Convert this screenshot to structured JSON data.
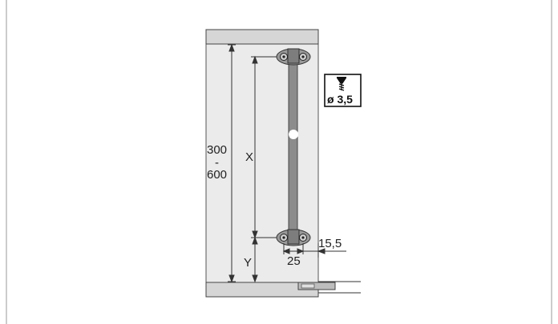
{
  "dimensions": {
    "height_range": {
      "min": "300",
      "sep": "-",
      "max": "600"
    },
    "x_label": "X",
    "y_label": "Y",
    "width_label": "25",
    "offset_label": "15,5"
  },
  "screw_spec": {
    "icon": "screw-icon",
    "label": "ø 3,5"
  },
  "colors": {
    "panel_fill": "#ebebeb",
    "shelf_fill": "#d6d6d6",
    "rod_fill": "#8c8c8c",
    "bracket_fill": "#9a9a9a",
    "line_color": "#333333"
  }
}
